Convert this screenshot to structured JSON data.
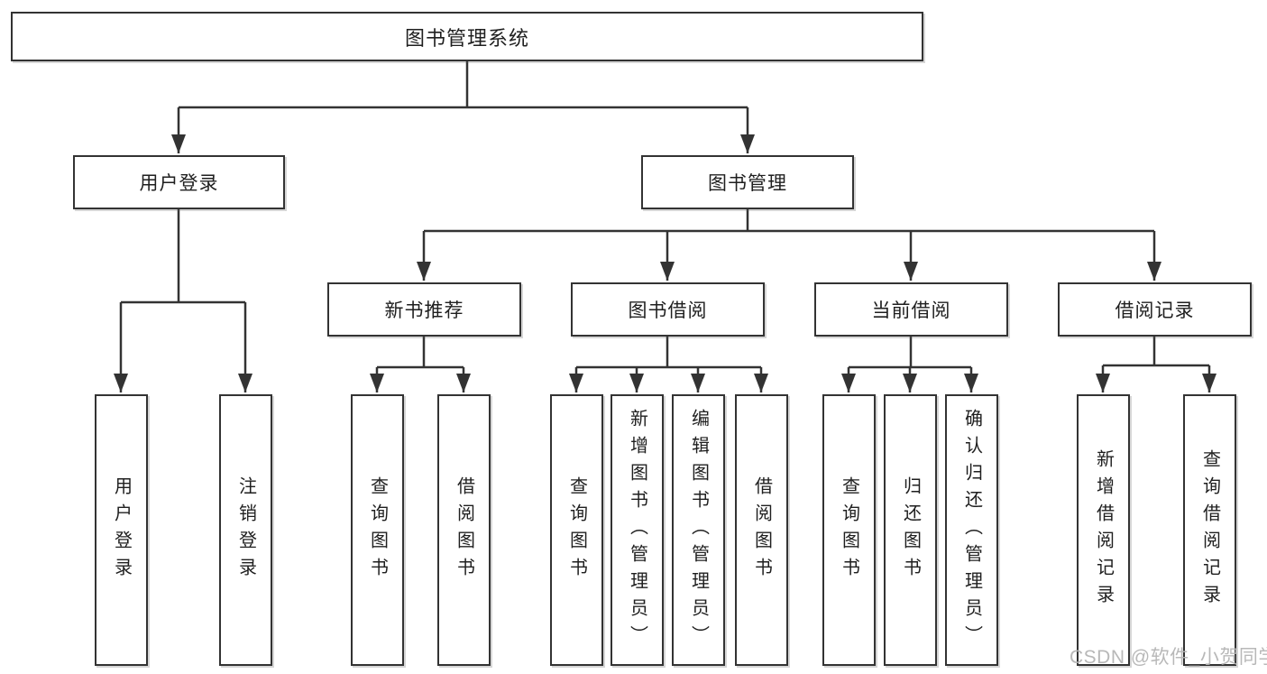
{
  "diagram": {
    "root": "图书管理系统",
    "level2": {
      "user_login": "用户登录",
      "book_mgmt": "图书管理"
    },
    "level3": {
      "new_book": "新书推荐",
      "book_borrow": "图书借阅",
      "current_borrow": "当前借阅",
      "borrow_record": "借阅记录"
    },
    "leaves": {
      "user_login_1": "用户登录",
      "user_login_2": "注销登录",
      "new_book_1": "查询图书",
      "new_book_2": "借阅图书",
      "book_borrow_1": "查询图书",
      "book_borrow_2": "新增图书（管理员）",
      "book_borrow_3": "编辑图书（管理员）",
      "book_borrow_4": "借阅图书",
      "current_borrow_1": "查询图书",
      "current_borrow_2": "归还图书",
      "current_borrow_3": "确认归还（管理员）",
      "borrow_record_1": "新增借阅记录",
      "borrow_record_2": "查询借阅记录"
    }
  },
  "watermark": "CSDN @软件_小贺同学",
  "colors": {
    "line": "#333333",
    "text": "#1f1f1f",
    "box_background": "#ffffff",
    "watermark": "#b5b5b5",
    "background": "#ffffff"
  }
}
